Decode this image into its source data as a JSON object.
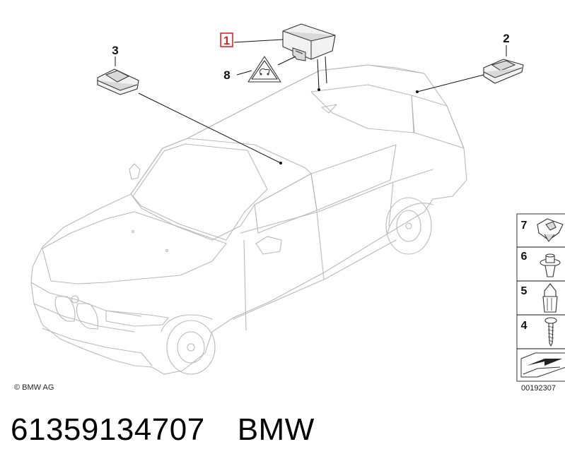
{
  "callouts": {
    "c1": "1",
    "c2": "2",
    "c3": "3",
    "c8": "8"
  },
  "side_panel": {
    "items": [
      {
        "label": "7"
      },
      {
        "label": "6"
      },
      {
        "label": "5"
      },
      {
        "label": "4"
      }
    ]
  },
  "copyright": "© BMW AG",
  "reference_number": "00192307",
  "footer": {
    "part_number": "61359134707",
    "brand": "BMW"
  },
  "colors": {
    "highlight": "#e0242b",
    "line": "#111111",
    "car_outline": "#b9b9b9"
  },
  "icons": [
    "warning-triangle-icon",
    "arrow-left-icon"
  ]
}
